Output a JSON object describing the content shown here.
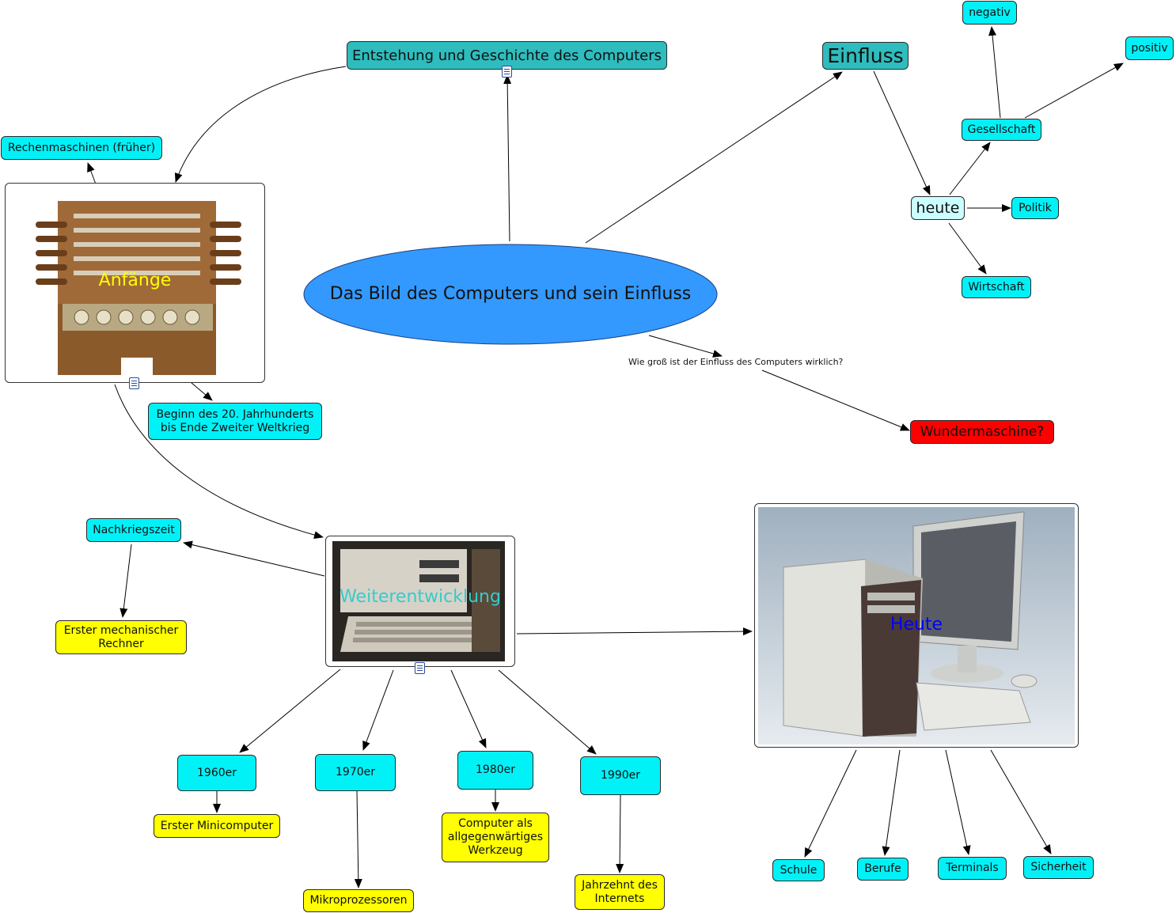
{
  "nodes": {
    "center": "Das Bild des Computers und sein Einfluss",
    "geschichte": "Entstehung und Geschichte des Computers",
    "einfluss": "Einfluss",
    "heute_sub": "heute",
    "gesellschaft": "Gesellschaft",
    "negativ": "negativ",
    "positiv": "positiv",
    "politik": "Politik",
    "wirtschaft": "Wirtschaft",
    "wundermaschine": "Wundermaschine?",
    "rechenmaschinen": "Rechenmaschinen (früher)",
    "anfaenge": "Anfänge",
    "beginn": "Beginn des 20. Jahrhunderts\n bis Ende Zweiter Weltkrieg",
    "nachkriegszeit": "Nachkriegszeit",
    "erster_mech": "Erster mechanischer\nRechner",
    "weiterentwicklung": "Weiterentwicklung",
    "heute_main": "Heute",
    "e1960": "1960er",
    "e1970": "1970er",
    "e1980": "1980er",
    "e1990": "1990er",
    "minicomputer": "Erster Minicomputer",
    "mikroprozessoren": "Mikroprozessoren",
    "werkzeug": "Computer als\nallgegenwärtiges\nWerkzeug",
    "internet": "Jahrzehnt des\nInternets",
    "schule": "Schule",
    "berufe": "Berufe",
    "terminals": "Terminals",
    "sicherheit": "Sicherheit"
  },
  "edge_labels": {
    "einfluss_frage": "Wie groß ist der Einfluss des Computers wirklich?"
  },
  "colors": {
    "center": "#3399ff",
    "cyan": "#00f2f7",
    "teal": "#2fbcbe",
    "yellow": "#ffff00",
    "red": "#ff0000",
    "anfaenge_caption": "#ffff00",
    "weiter_caption": "#33cccc",
    "heute_caption": "#0000ff"
  }
}
